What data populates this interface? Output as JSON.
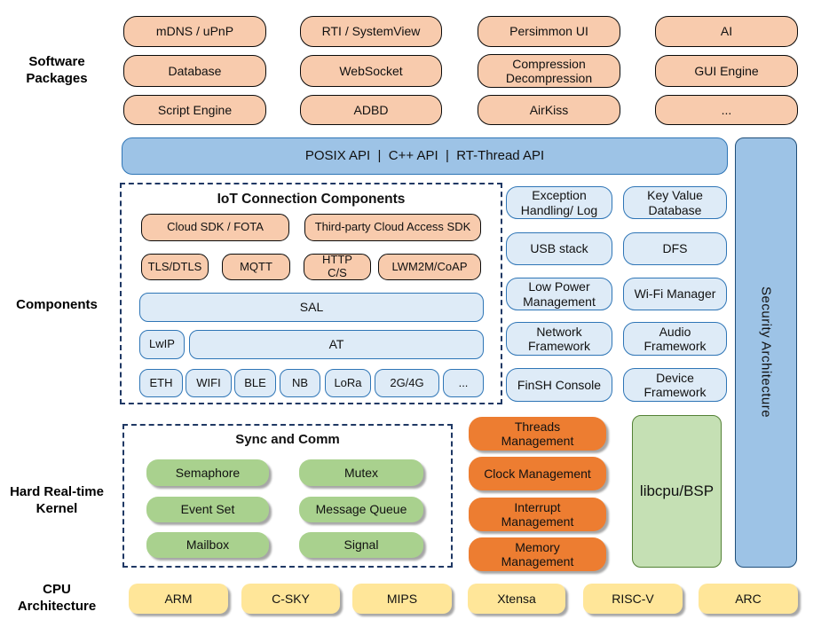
{
  "side": {
    "software": "Software Packages",
    "components": "Components",
    "kernel": "Hard Real-time Kernel",
    "cpu": "CPU Architecture"
  },
  "packages": {
    "items": [
      "mDNS / uPnP",
      "RTI / SystemView",
      "Persimmon UI",
      "AI",
      "Database",
      "WebSocket",
      "Compression Decompression",
      "GUI Engine",
      "Script Engine",
      "ADBD",
      "AirKiss",
      "..."
    ]
  },
  "api": {
    "label": "POSIX API  |  C++ API  |  RT-Thread API"
  },
  "iot": {
    "title": "IoT Connection Components",
    "sdk": [
      "Cloud SDK / FOTA",
      "Third-party Cloud Access SDK"
    ],
    "protocols": [
      "TLS/DTLS",
      "MQTT",
      "HTTP C/S",
      "LWM2M/CoAP"
    ],
    "sal": "SAL",
    "lwip": "LwIP",
    "at": "AT",
    "links": [
      "ETH",
      "WIFI",
      "BLE",
      "NB",
      "LoRa",
      "2G/4G",
      "..."
    ]
  },
  "services": {
    "items": [
      "Exception Handling/ Log",
      "Key Value Database",
      "USB stack",
      "DFS",
      "Low Power Management",
      "Wi-Fi Manager",
      "Network Framework",
      "Audio Framework",
      "FinSH Console",
      "Device Framework"
    ]
  },
  "security": {
    "label": "Security Architecture"
  },
  "kernel": {
    "title": "Sync and Comm",
    "sync": [
      "Semaphore",
      "Mutex",
      "Event Set",
      "Message Queue",
      "Mailbox",
      "Signal"
    ],
    "mgmt": [
      "Threads Management",
      "Clock Management",
      "Interrupt Management",
      "Memory Management"
    ],
    "libcpu": "libcpu/BSP"
  },
  "cpu": {
    "items": [
      "ARM",
      "C-SKY",
      "MIPS",
      "Xtensa",
      "RISC-V",
      "ARC"
    ]
  },
  "colors": {
    "package_fill": "#F8CBAD",
    "api_fill": "#9DC3E6",
    "component_fill": "#DEEBF7",
    "component_border": "#2E75B6",
    "sync_fill": "#A9D18E",
    "mgmt_fill": "#ED7D31",
    "libcpu_fill": "#C5E0B4",
    "cpu_fill": "#FFE699",
    "dashed_border": "#1F3864"
  }
}
